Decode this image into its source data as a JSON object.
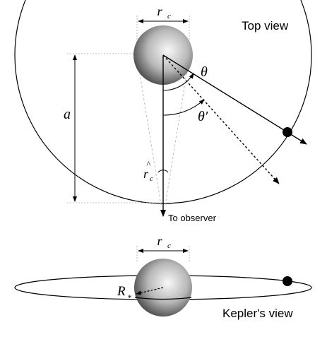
{
  "top_view": {
    "title": "Top view",
    "labels": {
      "rc_top": "r",
      "rc_top_sub": "c",
      "theta": "θ",
      "theta_prime": "θ′",
      "a": "a",
      "rc_hat": "r",
      "rc_hat_sub": "c",
      "hat_mark": "^",
      "to_observer": "To observer"
    }
  },
  "kepler_view": {
    "title": "Kepler's view",
    "labels": {
      "rc": "r",
      "rc_sub": "c",
      "rstar": "R",
      "rstar_sub": "*"
    }
  },
  "colors": {
    "line": "#000000",
    "guide": "#9a9a9a",
    "star_light": "#f4f4f4",
    "star_dark": "#4a4a4a",
    "planet": "#000000"
  }
}
